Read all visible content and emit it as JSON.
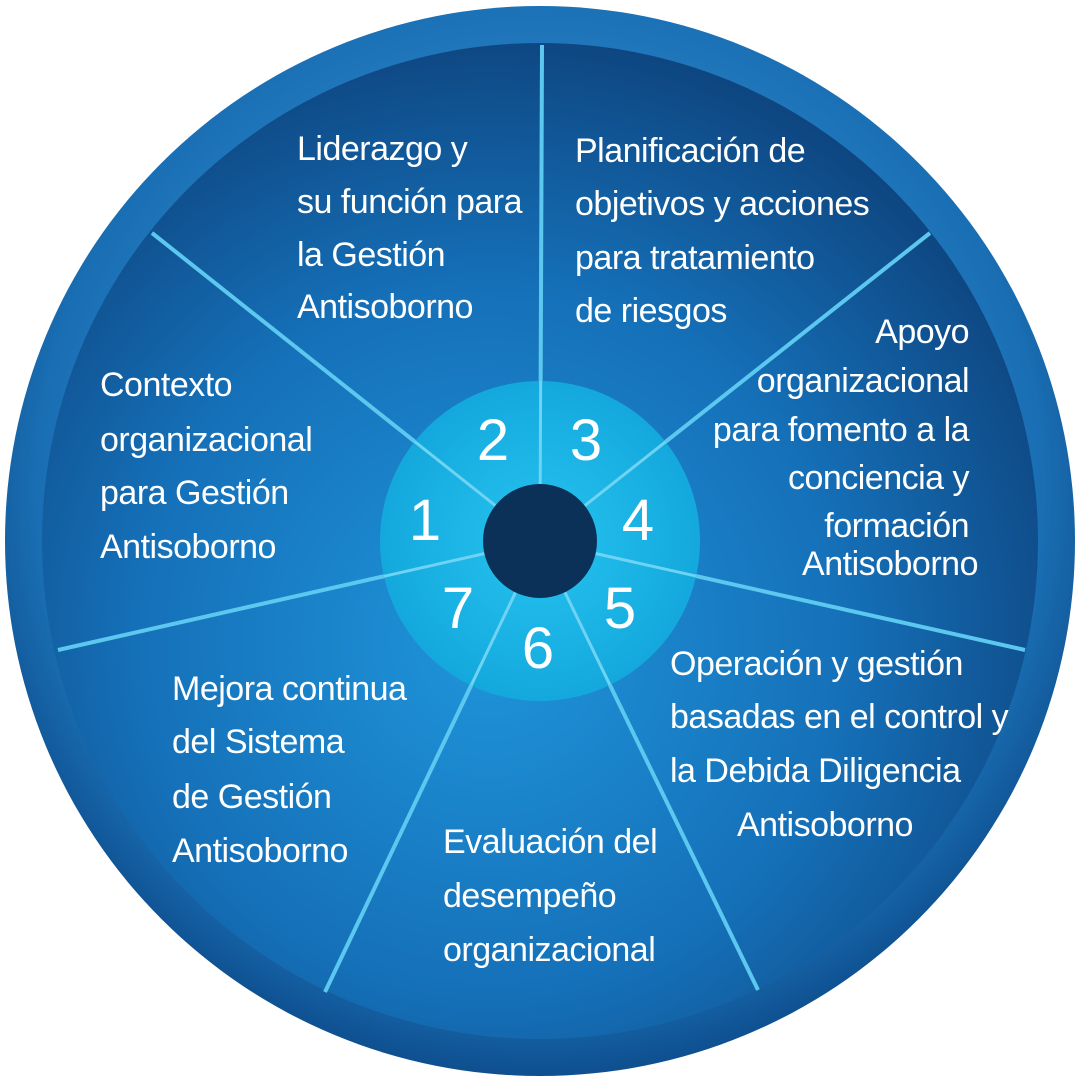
{
  "colors": {
    "outer_ring": "#1a6fb4",
    "wheel_dark": "#0d3f78",
    "wheel_light": "#1f8fd6",
    "divider": "#5cc8ef",
    "hub_ring": "#1ab3e3",
    "center": "#0c3158",
    "text": "#ffffff"
  },
  "segments": [
    {
      "number": "1",
      "lines": [
        "Contexto",
        "organizacional",
        "para Gestión",
        "Antisoborno"
      ]
    },
    {
      "number": "2",
      "lines": [
        "Liderazgo y",
        "su función para",
        "la Gestión",
        "Antisoborno"
      ]
    },
    {
      "number": "3",
      "lines": [
        "Planificación de",
        "objetivos y acciones",
        "para tratamiento",
        "de riesgos"
      ]
    },
    {
      "number": "4",
      "lines": [
        "Apoyo",
        "organizacional",
        "para fomento a la",
        "conciencia y",
        "formación",
        "Antisoborno"
      ]
    },
    {
      "number": "5",
      "lines": [
        "Operación y gestión",
        "basadas en el control y",
        "la Debida Diligencia",
        "Antisoborno"
      ]
    },
    {
      "number": "6",
      "lines": [
        "Evaluación del",
        "desempeño",
        "organizacional"
      ]
    },
    {
      "number": "7",
      "lines": [
        "Mejora continua",
        "del Sistema",
        "de Gestión",
        "Antisoborno"
      ]
    }
  ]
}
